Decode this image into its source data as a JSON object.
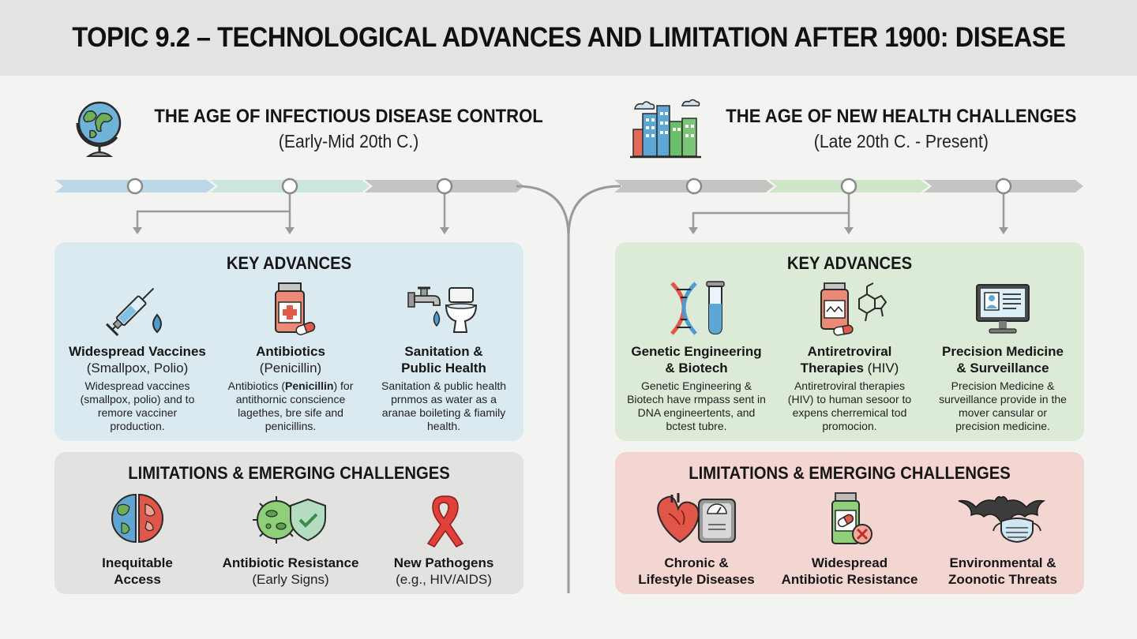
{
  "title": "TOPIC 9.2 – TECHNOLOGICAL ADVANCES AND LIMITATION AFTER 1900: DISEASE",
  "left": {
    "era_title": "THE AGE OF INFECTIOUS DISEASE CONTROL",
    "era_sub": "(Early-Mid 20th C.)",
    "advances_title": "KEY ADVANCES",
    "advances": [
      {
        "name": "Widespread Vaccines",
        "sub": "(Smallpox, Polio)",
        "desc": "Widespread vaccines (smallpox, polio) and to remore vacciner production.",
        "icon": "syringe-icon"
      },
      {
        "name": "Antibiotics",
        "sub": "(Penicillin)",
        "desc_pre": "Antibiotics (",
        "desc_bold": "Penicillin",
        "desc_post": ") for antithornic conscience lagethes, bre sife and penicillins.",
        "icon": "medicine-bottle-icon"
      },
      {
        "name": "Sanitation &",
        "name2": "Public Health",
        "desc": "Sanitation & public health prnmos as water as a aranae boileting & fiamily health.",
        "icon": "faucet-toilet-icon"
      }
    ],
    "limits_title": "LIMITATIONS & EMERGING CHALLENGES",
    "limits": [
      {
        "name": "Inequitable",
        "name2": "Access",
        "icon": "split-globe-icon"
      },
      {
        "name": "Antibiotic Resistance",
        "sub": "(Early Signs)",
        "icon": "bacteria-shield-icon"
      },
      {
        "name": "New Pathogens",
        "sub": "(e.g., HIV/AIDS)",
        "icon": "red-ribbon-icon"
      }
    ]
  },
  "right": {
    "era_title": "THE AGE OF NEW HEALTH CHALLENGES",
    "era_sub": "(Late 20th C. - Present)",
    "advances_title": "KEY ADVANCES",
    "advances": [
      {
        "name": "Genetic Engineering",
        "name2": "& Biotech",
        "desc": "Genetic Engineering & Biotech have rmpass sent in DNA engineertents, and bctest tubre.",
        "icon": "dna-test-tube-icon"
      },
      {
        "name": "Antiretroviral",
        "name2": "Therapies",
        "name2_suffix": " (HIV)",
        "desc": "Antiretroviral therapies (HIV) to human sesoor to expens cherremical tod promocion.",
        "icon": "pill-bottle-molecule-icon"
      },
      {
        "name": "Precision Medicine",
        "name2": "& Surveillance",
        "desc": "Precision Medicine & surveillance provide in the mover cansular or precision medicine.",
        "icon": "monitor-profile-icon"
      }
    ],
    "limits_title": "LIMITATIONS & EMERGING CHALLENGES",
    "limits": [
      {
        "name": "Chronic &",
        "name2": "Lifestyle Diseases",
        "icon": "heart-scale-icon"
      },
      {
        "name": "Widespread",
        "name2": "Antibiotic Resistance",
        "icon": "pill-bottle-x-icon"
      },
      {
        "name": "Environmental &",
        "name2": "Zoonotic Threats",
        "icon": "bat-mask-icon"
      }
    ]
  },
  "colors": {
    "left_advances_bg": "#dbe9f0",
    "left_limits_bg": "#e2e2e0",
    "right_advances_bg": "#dcebd7",
    "right_limits_bg": "#f3d5d2",
    "timeline_blue": "#bcd8e6",
    "timeline_teal": "#cde6dc",
    "timeline_gray": "#c4c4c2",
    "timeline_green": "#cfe7c8"
  }
}
